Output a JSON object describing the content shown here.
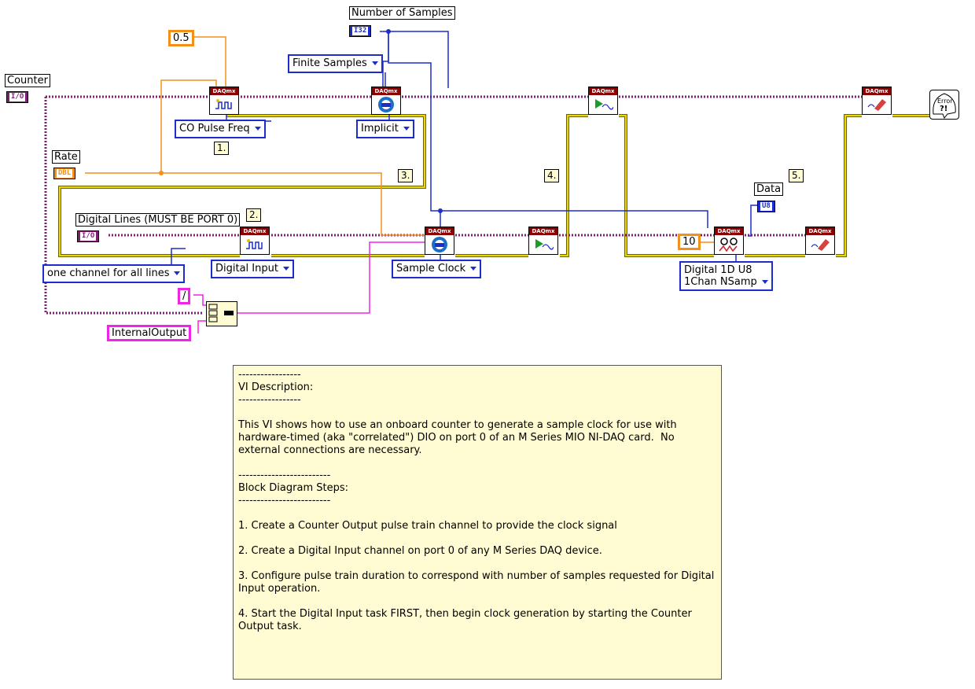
{
  "labels": {
    "counter": "Counter",
    "rate": "Rate",
    "number_of_samples": "Number of Samples",
    "digital_lines": "Digital Lines (MUST BE PORT 0)",
    "data": "Data"
  },
  "terminals": {
    "counter": "I/O",
    "rate": "DBL",
    "number_of_samples": "I32",
    "digital_lines": "I/O",
    "data": "U8"
  },
  "constants": {
    "freq": "0.5",
    "timeout": "10",
    "slash": "/",
    "internal_output": "InternalOutput"
  },
  "rings": {
    "co_pulse_freq": "CO Pulse Freq",
    "finite_samples": "Finite Samples",
    "implicit": "Implicit",
    "one_channel": "one channel for all lines",
    "digital_input": "Digital Input",
    "sample_clock": "Sample Clock",
    "read_line1": "Digital 1D U8",
    "read_line2": "1Chan NSamp"
  },
  "steps": {
    "s1": "1.",
    "s2": "2.",
    "s3": "3.",
    "s4": "4.",
    "s5": "5."
  },
  "vi_header": "DAQmx",
  "error_icon": "Error\n?!",
  "comment": {
    "dash1": "-----------------",
    "title": "VI Description:",
    "dash2": "-----------------",
    "desc": "This VI shows how to use an onboard counter to generate a sample clock for use with hardware-timed (aka \"correlated\") DIO on port 0 of an M Series MIO NI-DAQ card.  No external connections are necessary.",
    "dash3": "-------------------------",
    "steps_title": "Block Diagram Steps:",
    "dash4": "-------------------------",
    "step1": "1. Create a Counter Output pulse train channel to provide the clock signal",
    "step2": "2. Create a Digital Input channel on port 0 of any M Series DAQ device.",
    "step3": "3. Configure pulse train duration to correspond with number of samples requested for Digital Input operation.",
    "step4": "4. Start the Digital Input task FIRST, then begin clock generation by starting the Counter Output task."
  },
  "colors": {
    "refnum": "#7e1f73",
    "double": "#f2901a",
    "int": "#1c2dcc",
    "string": "#f024e6",
    "error": "#f2e200",
    "vi_header": "#8b0000"
  }
}
